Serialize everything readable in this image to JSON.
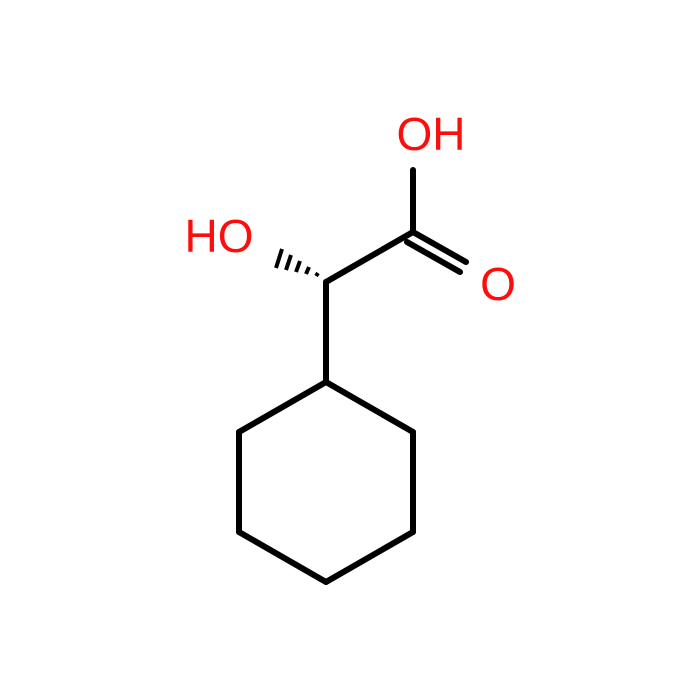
{
  "molecule": {
    "atom_labels": {
      "acid_hydroxyl": "OH",
      "alpha_hydroxyl": "HO",
      "carbonyl_oxygen": "O"
    },
    "colors": {
      "heteroatom": "#ff0d0d",
      "bond": "#000000",
      "background": "#ffffff"
    }
  }
}
